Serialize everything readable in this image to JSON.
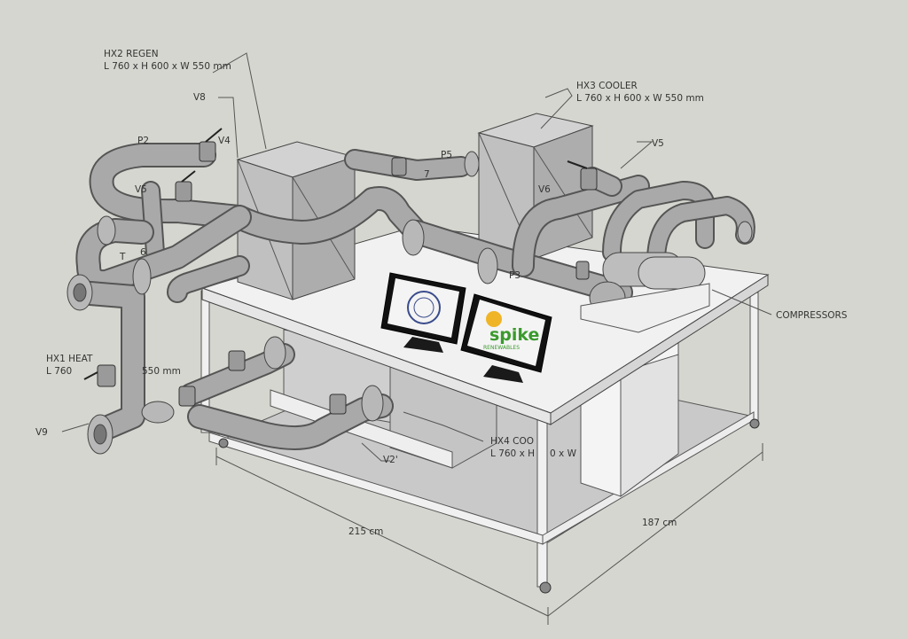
{
  "labels": {
    "hx2_title": "HX2 REGEN",
    "hx2_dims": "L 760 x H 600 x W 550 mm",
    "hx3_title": "HX3 COOLER",
    "hx3_dims": "L 760 x H 600 x W 550 mm",
    "hx1_title": "HX1 HEAT",
    "hx1_dims_a": "L 760",
    "hx1_dims_b": "550 mm",
    "hx4_title": "HX4 COO",
    "hx4_dims_a": "L 760 x H",
    "hx4_dims_b": "0 x W",
    "compressors": "COMPRESSORS",
    "v8": "V8",
    "v4": "V4",
    "p2": "P2",
    "v5_left": "V5",
    "p5": "P5",
    "v7": "7",
    "v5_right": "V5",
    "v6": "V6",
    "p3": "P3",
    "t6": "T",
    "t6b": "6",
    "v9": "V9",
    "v2": "V2'",
    "width_dim": "215 cm",
    "depth_dim": "187 cm"
  },
  "screens": {
    "left_screen": "university-seal",
    "right_screen_logo": "spike",
    "right_screen_sub": "RENEWABLES"
  },
  "colors": {
    "background": "#d6d6d0",
    "pipe": "#a9a9a9",
    "table_top": "#f1f1f1",
    "logo_green": "#3a9a2c",
    "logo_yellow": "#f0b428"
  }
}
